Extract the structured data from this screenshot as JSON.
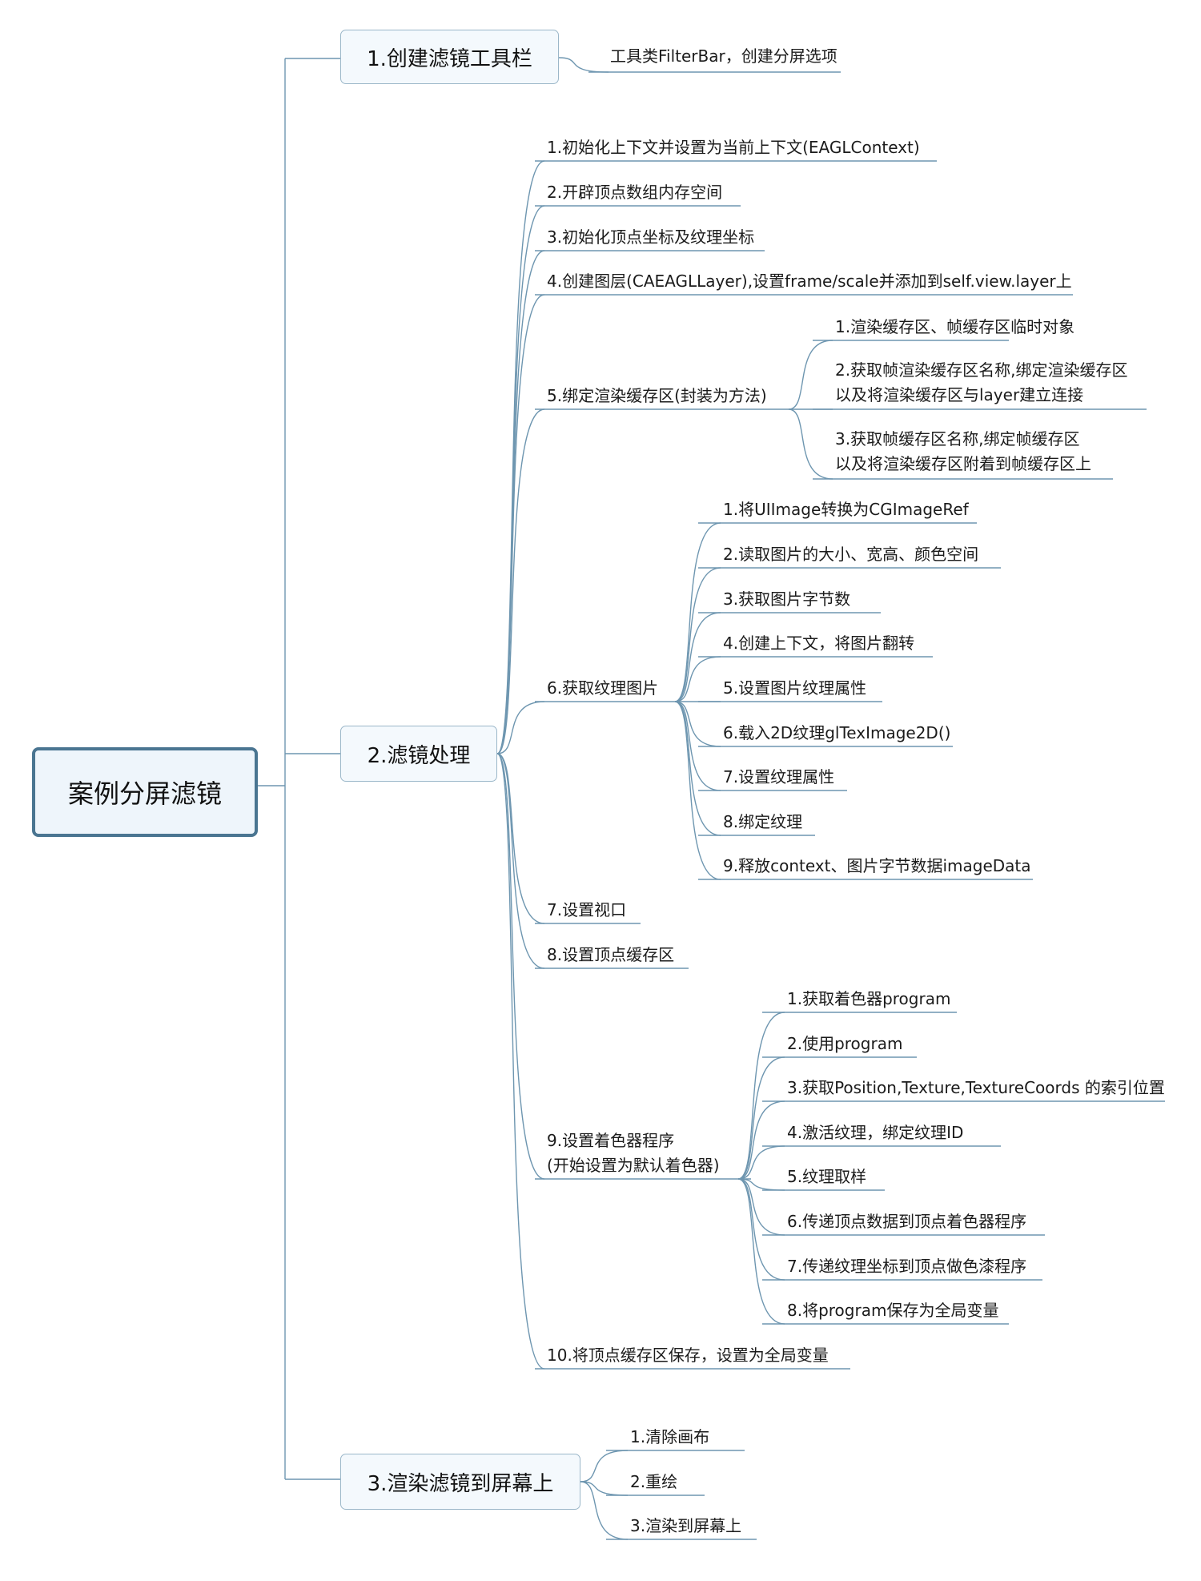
{
  "root": "案例分屏滤镜",
  "branch1": {
    "label": "1.创建滤镜工具栏",
    "note": "工具类FilterBar，创建分屏选项"
  },
  "branch2": {
    "label": "2.滤镜处理",
    "items": [
      "1.初始化上下文并设置为当前上下文(EAGLContext)",
      "2.开辟顶点数组内存空间",
      "3.初始化顶点坐标及纹理坐标",
      "4.创建图层(CAEAGLLayer),设置frame/scale并添加到self.view.layer上",
      "5.绑定渲染缓存区(封装为方法)",
      "6.获取纹理图片",
      "7.设置视口",
      "8.设置顶点缓存区",
      "9.设置着色器程序",
      "(开始设置为默认着色器)",
      "10.将顶点缓存区保存，设置为全局变量"
    ],
    "render_buffer_steps": [
      "1.渲染缓存区、帧缓存区临时对象",
      "2.获取帧渲染缓存区名称,绑定渲染缓存区",
      "以及将渲染缓存区与layer建立连接",
      "3.获取帧缓存区名称,绑定帧缓存区",
      "以及将渲染缓存区附着到帧缓存区上"
    ],
    "texture_steps": [
      "1.将UIImage转换为CGImageRef",
      "2.读取图片的大小、宽高、颜色空间",
      "3.获取图片字节数",
      "4.创建上下文，将图片翻转",
      "5.设置图片纹理属性",
      "6.载入2D纹理glTexImage2D()",
      "7.设置纹理属性",
      "8.绑定纹理",
      "9.释放context、图片字节数据imageData"
    ],
    "shader_steps": [
      "1.获取着色器program",
      "2.使用program",
      "3.获取Position,Texture,TextureCoords 的索引位置",
      "4.激活纹理，绑定纹理ID",
      "5.纹理取样",
      "6.传递顶点数据到顶点着色器程序",
      "7.传递纹理坐标到顶点做色漆程序",
      "8.将program保存为全局变量"
    ]
  },
  "branch3": {
    "label": "3.渲染滤镜到屏幕上",
    "items": [
      "1.清除画布",
      "2.重绘",
      "3.渲染到屏幕上"
    ]
  },
  "colors": {
    "line": "#6e96b0",
    "root_border": "#4a7591",
    "node_fill": "#f4f9fd"
  }
}
